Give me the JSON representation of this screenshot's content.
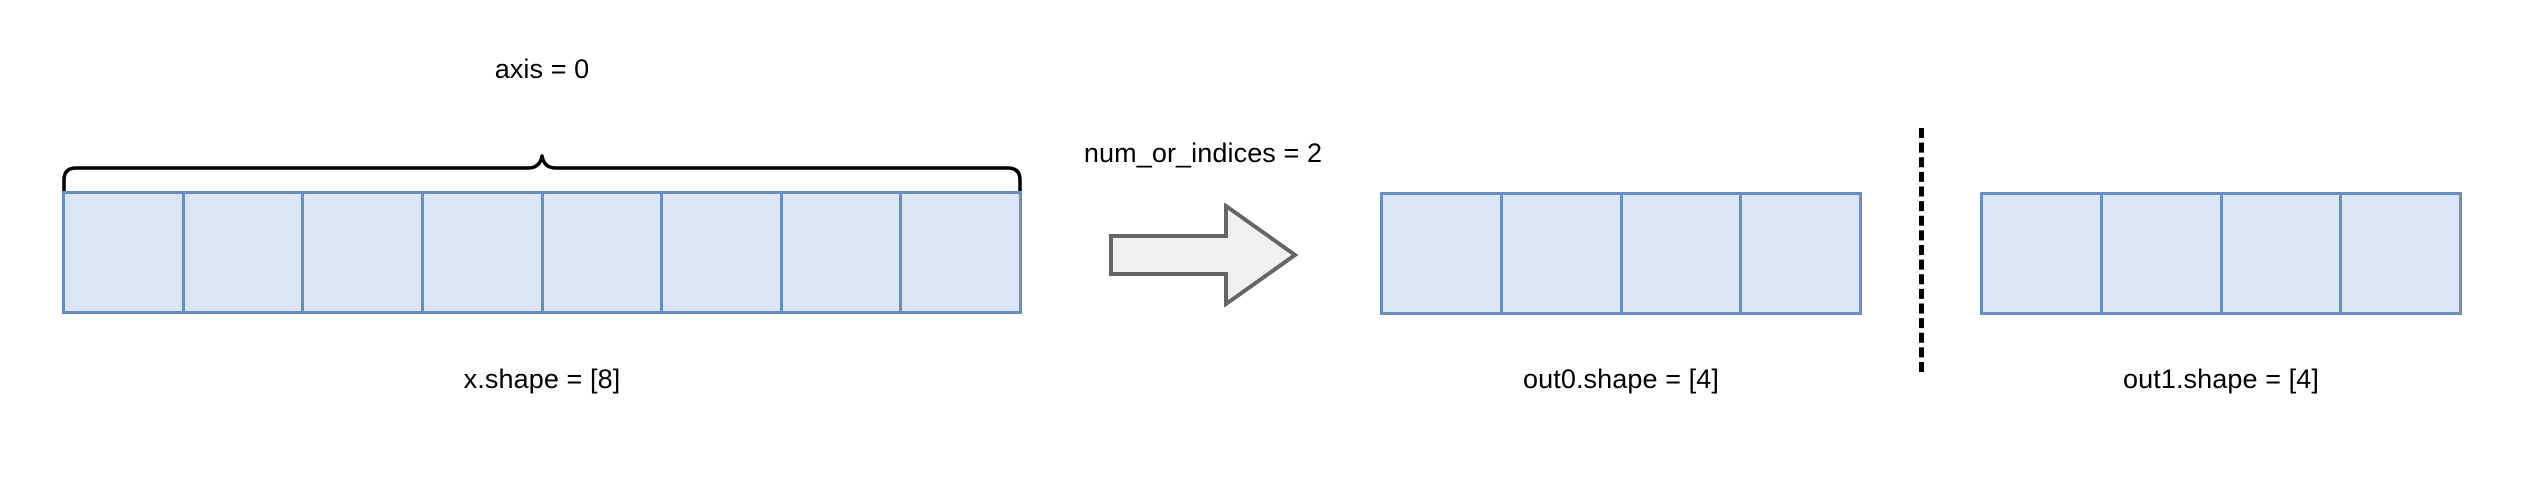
{
  "diagram": {
    "title_text": "",
    "type": "tensor-split-diagram",
    "colors": {
      "cell_fill": "#dae6f8",
      "cell_border": "#6b8dc0",
      "arrow_fill": "#f0f0f0",
      "arrow_stroke": "#666666",
      "text": "#000000",
      "background": "#ffffff",
      "divider": "#000000"
    },
    "axis_label": "axis = 0",
    "operation_label": "num_or_indices = 2",
    "input": {
      "shape_label": "x.shape = [8]",
      "cell_count": 8,
      "shape": [
        8
      ],
      "name": "x"
    },
    "outputs": [
      {
        "shape_label": "out0.shape = [4]",
        "cell_count": 4,
        "shape": [
          4
        ],
        "name": "out0"
      },
      {
        "shape_label": "out1.shape = [4]",
        "cell_count": 4,
        "shape": [
          4
        ],
        "name": "out1"
      }
    ],
    "icons": {
      "arrow": "right-block-arrow-icon",
      "brace": "curly-brace-icon",
      "divider": "vertical-dashed-divider-icon"
    }
  }
}
